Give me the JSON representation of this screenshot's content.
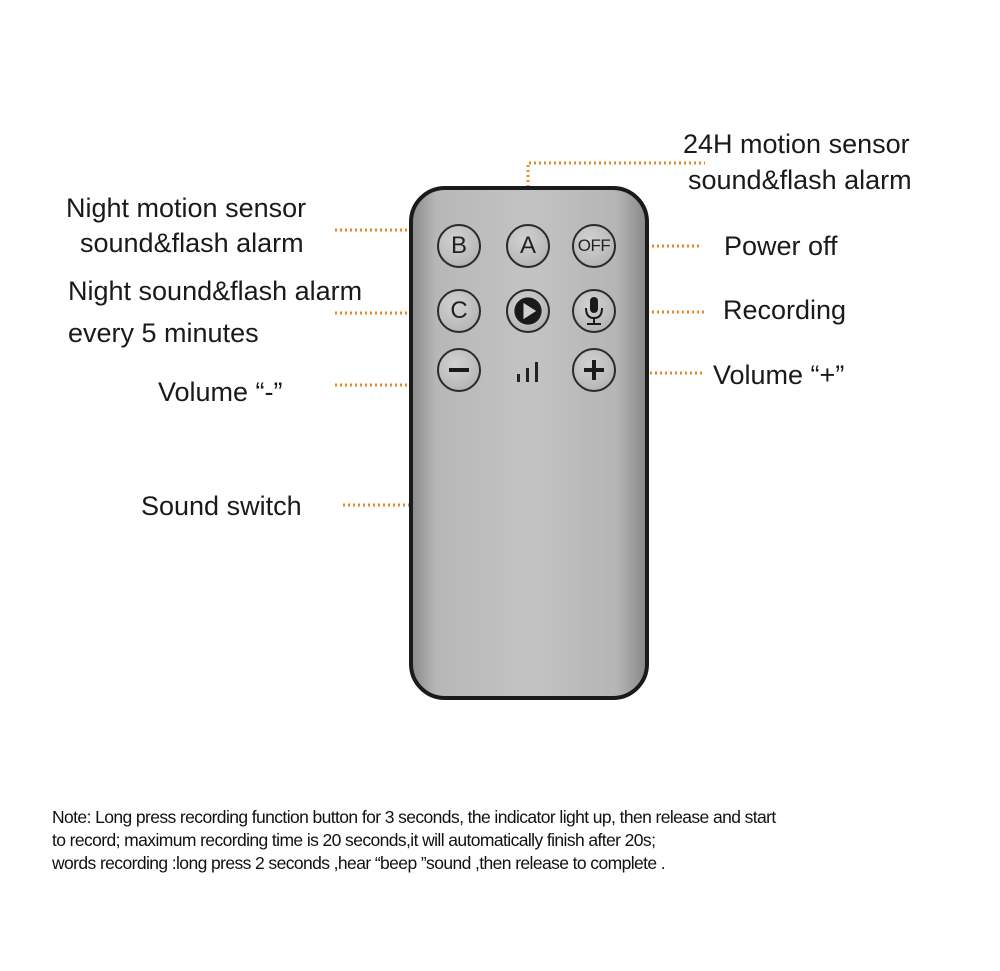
{
  "remote": {
    "buttons": {
      "b": "B",
      "a": "A",
      "off": "OFF",
      "c": "C"
    }
  },
  "labels": {
    "motion_24h_line1": "24H motion sensor",
    "motion_24h_line2": "sound&flash alarm",
    "night_motion_line1": "Night motion sensor",
    "night_motion_line2": "sound&flash alarm",
    "power_off": "Power off",
    "night_sound_line1": "Night sound&flash alarm",
    "night_sound_line2": "every 5 minutes",
    "recording": "Recording",
    "volume_minus": "Volume “-”",
    "volume_plus": "Volume “+”",
    "sound_switch": "Sound switch"
  },
  "note": {
    "line1": "Note:  Long press recording function button for 3 seconds,  the indicator light up, then release and start",
    "line2": "to record;  maximum recording time is 20 seconds,it will automatically finish after 20s;",
    "line3": "words recording :long press 2 seconds ,hear “beep ”sound ,then release to complete  ."
  },
  "colors": {
    "leader_line": "#e8872a",
    "remote_body": "#c0c0c0",
    "remote_border": "#1a1a1a"
  },
  "icons": {
    "play": "play-icon",
    "mic": "microphone-icon",
    "minus": "minus-icon",
    "plus": "plus-icon",
    "sound": "signal-bars-icon"
  }
}
